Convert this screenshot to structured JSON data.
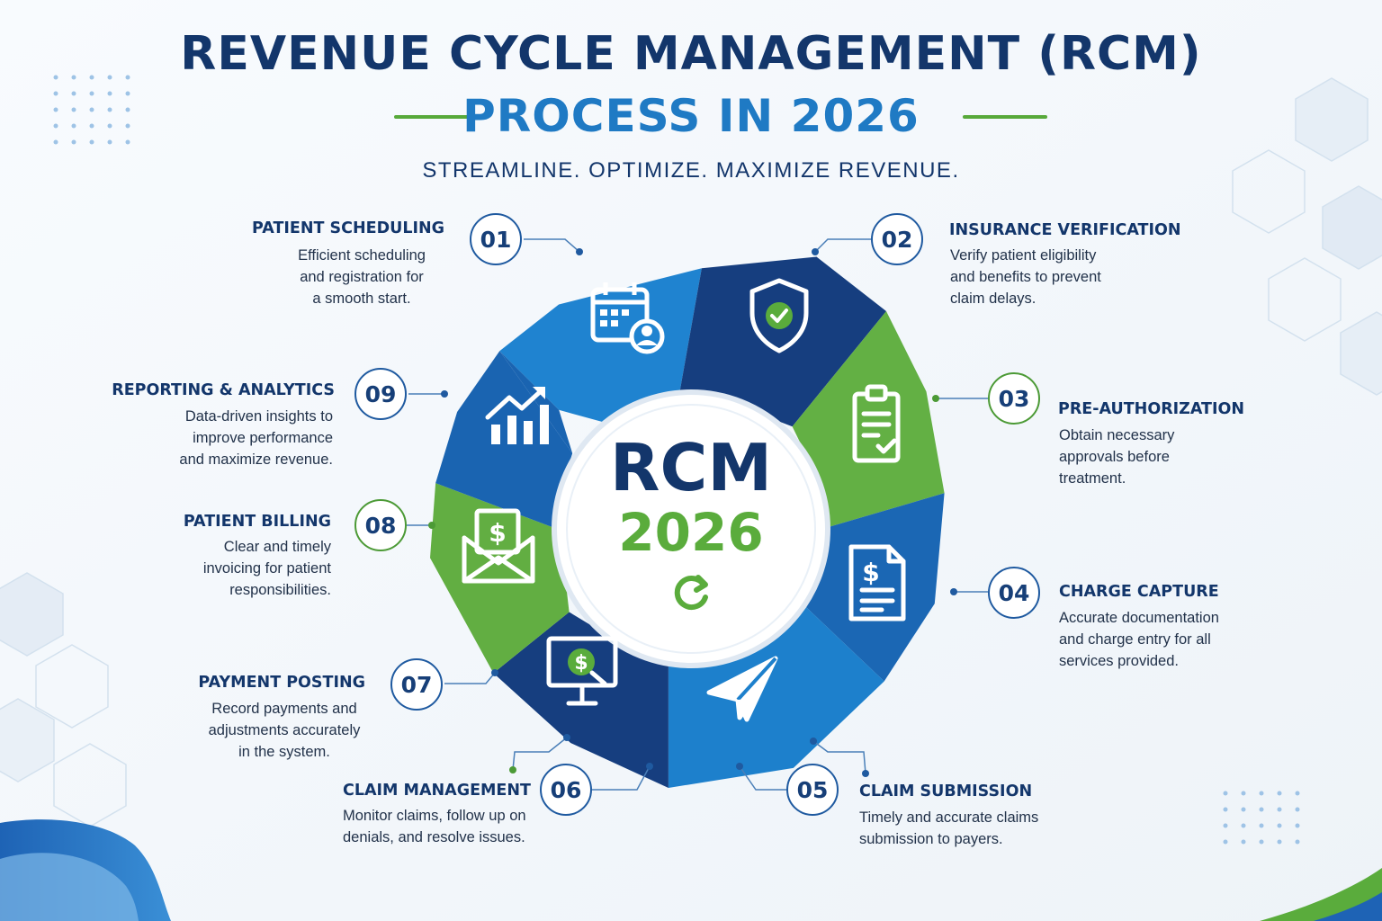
{
  "header": {
    "title_line1": "REVENUE CYCLE MANAGEMENT (RCM)",
    "title_line2": "PROCESS IN 2026",
    "tagline": "STREAMLINE. OPTIMIZE. MAXIMIZE REVENUE."
  },
  "center": {
    "label": "RCM",
    "year": "2026",
    "icon": "refresh-cycle-icon"
  },
  "colors": {
    "navy": "#13366b",
    "blue": "#1f7ac4",
    "dark_blue": "#173f78",
    "green": "#5aac3c"
  },
  "steps": [
    {
      "number": "01",
      "title": "PATIENT SCHEDULING",
      "description": "Efficient scheduling\nand registration for\na smooth start.",
      "icon": "calendar-user-icon"
    },
    {
      "number": "02",
      "title": "INSURANCE VERIFICATION",
      "description": "Verify patient eligibility\nand benefits to prevent\nclaim delays.",
      "icon": "shield-check-icon"
    },
    {
      "number": "03",
      "title": "PRE-AUTHORIZATION",
      "description": "Obtain necessary\napprovals before\ntreatment.",
      "icon": "clipboard-check-icon"
    },
    {
      "number": "04",
      "title": "CHARGE CAPTURE",
      "description": "Accurate documentation\nand charge entry for all\nservices provided.",
      "icon": "invoice-dollar-icon"
    },
    {
      "number": "05",
      "title": "CLAIM SUBMISSION",
      "description": "Timely and accurate claims\nsubmission to payers.",
      "icon": "paper-plane-icon"
    },
    {
      "number": "06",
      "title": "CLAIM MANAGEMENT",
      "description": "Monitor claims, follow up on\ndenials, and resolve issues.",
      "icon": "monitor-dollar-search-icon"
    },
    {
      "number": "07",
      "title": "PAYMENT POSTING",
      "description": "Record payments and\nadjustments accurately\nin the system.",
      "icon": "monitor-dollar-icon"
    },
    {
      "number": "08",
      "title": "PATIENT BILLING",
      "description": "Clear and timely\ninvoicing for patient\nresponsibilities.",
      "icon": "envelope-dollar-icon"
    },
    {
      "number": "09",
      "title": "REPORTING & ANALYTICS",
      "description": "Data-driven insights to\nimprove performance\nand maximize revenue.",
      "icon": "bar-chart-growth-icon"
    }
  ]
}
